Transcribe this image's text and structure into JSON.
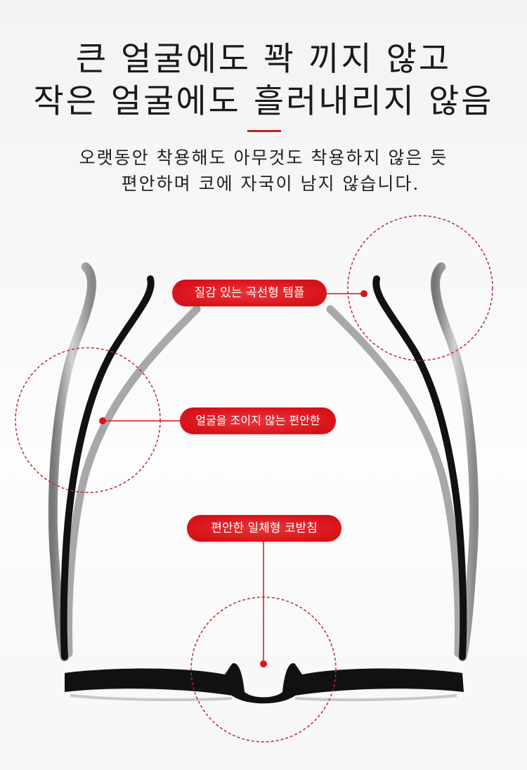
{
  "headline": {
    "line1": "큰 얼굴에도 꽉 끼지 않고",
    "line2": "작은 얼굴에도 흘러내리지 않음"
  },
  "subtitle": {
    "line1": "오랫동안 착용해도 아무것도 착용하지 않은 듯",
    "line2": "편안하며 코에 자국이 남지 않습니다."
  },
  "callouts": [
    {
      "label": "질감 있는 곡선형 템플"
    },
    {
      "label": "얼굴을 조이지 않는 편안한"
    },
    {
      "label": "편안한 일체형 코받침"
    }
  ],
  "colors": {
    "accent": "#d9141b",
    "frame": "#111111",
    "temple_shadow": "#9a9a9a"
  }
}
